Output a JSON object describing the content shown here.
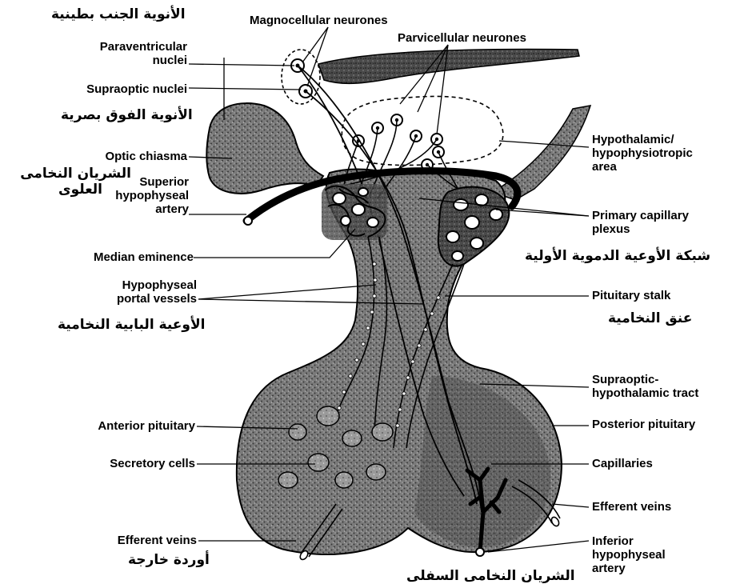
{
  "labels": {
    "magnocellular": "Magnocellular neurones",
    "parvicellular": "Parvicellular neurones",
    "paraventricular": [
      "Paraventricular",
      "nuclei"
    ],
    "supraoptic": "Supraoptic nuclei",
    "optic_chiasma": "Optic chiasma",
    "superior_artery": [
      "Superior",
      "hypophyseal",
      "artery"
    ],
    "median_eminence": "Median eminence",
    "portal_vessels": [
      "Hypophyseal",
      "portal vessels"
    ],
    "anterior_pituitary": "Anterior pituitary",
    "secretory_cells": "Secretory cells",
    "efferent_veins_left": "Efferent veins",
    "hypothalamic_area": [
      "Hypothalamic/",
      "hypophysiotropic",
      "area"
    ],
    "primary_plexus": [
      "Primary capillary",
      "plexus"
    ],
    "pituitary_stalk": "Pituitary stalk",
    "supraoptic_tract": [
      "Supraoptic-",
      "hypothalamic tract"
    ],
    "posterior_pituitary": "Posterior pituitary",
    "capillaries": "Capillaries",
    "efferent_veins_right": "Efferent veins",
    "inferior_artery": [
      "Inferior",
      "hypophyseal",
      "artery"
    ]
  },
  "arabic": {
    "paraventricular": "الأنوية الجنب بطينية",
    "supraoptic": "الأنوية الفوق بصرية",
    "superior_artery": [
      "الشريان النخامى",
      "العلوى"
    ],
    "primary_plexus": "شبكة الأوعية الدموية الأولية",
    "portal_vessels": "الأوعية البابية النخامية",
    "pituitary_stalk": "عنق النخامية",
    "efferent_veins": "أوردة خارجة",
    "inferior_artery": "الشريان النخامى السفلى"
  },
  "colors": {
    "tissue": "#6e6e6e",
    "tissue_dark": "#3c3c3c",
    "ink": "#000000",
    "background": "#ffffff"
  }
}
